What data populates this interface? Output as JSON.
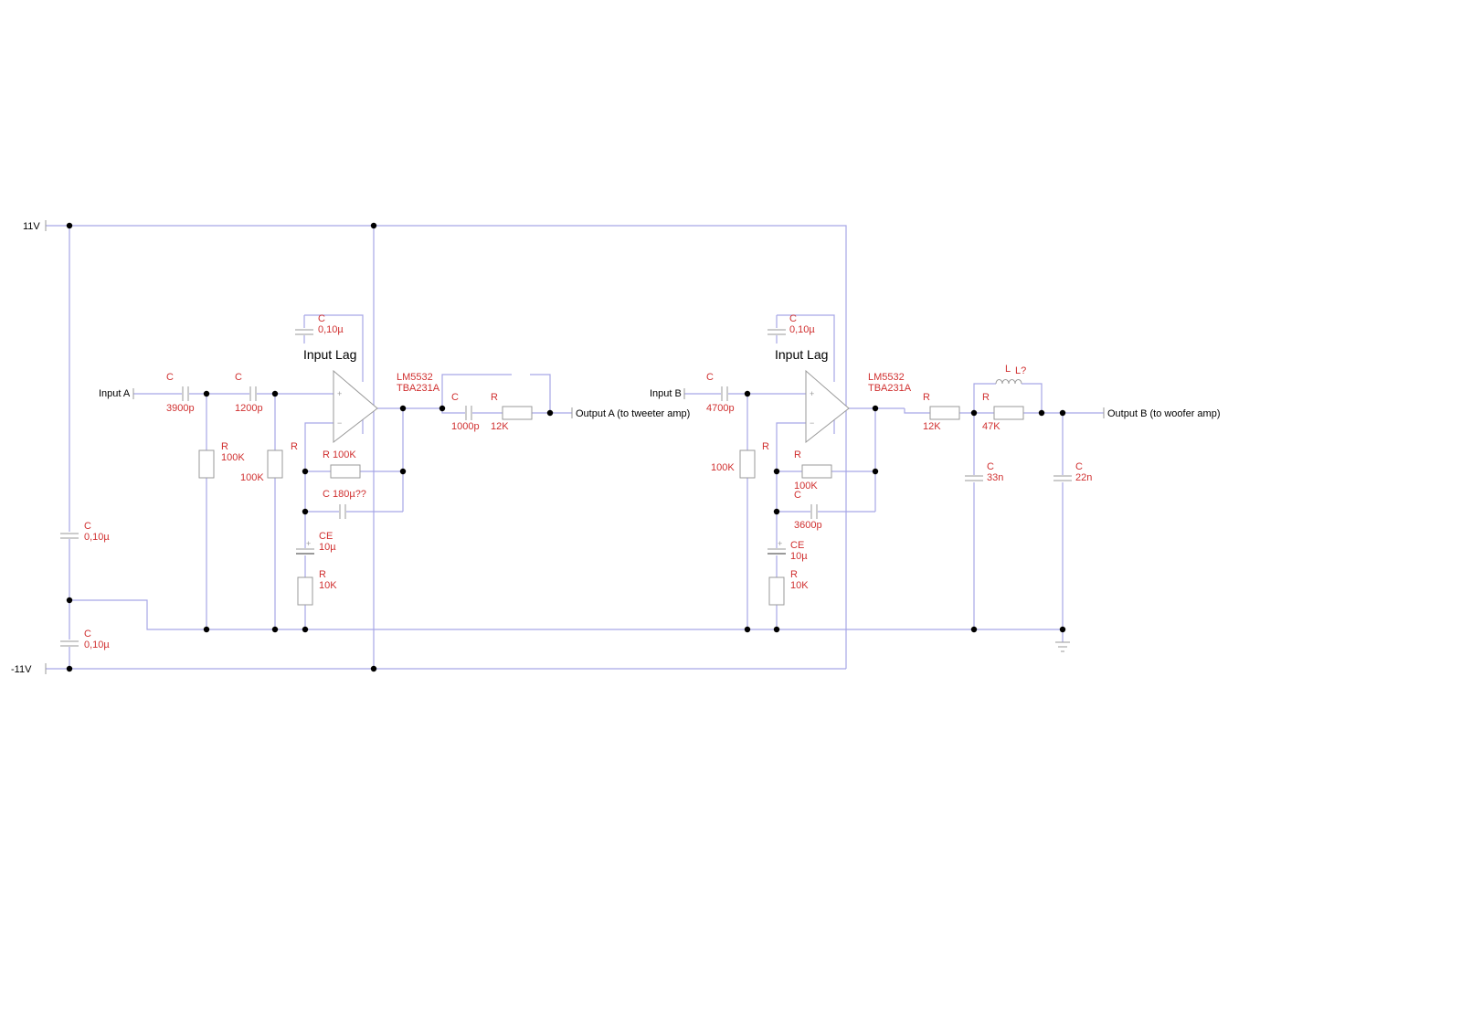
{
  "rails": {
    "pos": "11V",
    "neg": "-11V"
  },
  "supply": {
    "c1": {
      "name": "C",
      "value": "0,10µ"
    },
    "c2": {
      "name": "C",
      "value": "0,10µ"
    }
  },
  "channel_a": {
    "input": "Input A",
    "title": "Input Lag",
    "opamp": {
      "line1": "LM5532",
      "line2": "TBA231A"
    },
    "bypass_cap": {
      "name": "C",
      "value": "0,10µ"
    },
    "c_in1": {
      "name": "C",
      "value": "3900p"
    },
    "c_in2": {
      "name": "C",
      "value": "1200p"
    },
    "r_shunt1": {
      "name": "R",
      "value": "100K"
    },
    "r_shunt2": {
      "name": "R",
      "value": "100K"
    },
    "r_fb": {
      "label": "R 100K"
    },
    "c_fb": {
      "label": "C 180µ??"
    },
    "ce": {
      "name": "CE",
      "value": "10µ"
    },
    "r_gnd": {
      "name": "R",
      "value": "10K"
    },
    "c_out": {
      "name": "C",
      "value": "1000p"
    },
    "r_out": {
      "name": "R",
      "value": "12K"
    },
    "output": "Output A (to tweeter amp)"
  },
  "channel_b": {
    "input": "Input B",
    "title": "Input Lag",
    "opamp": {
      "line1": "LM5532",
      "line2": "TBA231A"
    },
    "bypass_cap": {
      "name": "C",
      "value": "0,10µ"
    },
    "c_in": {
      "name": "C",
      "value": "4700p"
    },
    "r_shunt": {
      "name": "R",
      "value": "100K"
    },
    "r_fb": {
      "name": "R",
      "value": "100K"
    },
    "c_fb": {
      "name": "C",
      "value": "3600p"
    },
    "ce": {
      "name": "CE",
      "value": "10µ"
    },
    "r_gnd": {
      "name": "R",
      "value": "10K"
    },
    "r_out1": {
      "name": "R",
      "value": "12K"
    },
    "r_out2": {
      "name": "R",
      "value": "47K"
    },
    "inductor": {
      "name": "L",
      "ref": "L?"
    },
    "c_shunt1": {
      "name": "C",
      "value": "33n"
    },
    "c_shunt2": {
      "name": "C",
      "value": "22n"
    },
    "output": "Output B (to woofer amp)"
  }
}
